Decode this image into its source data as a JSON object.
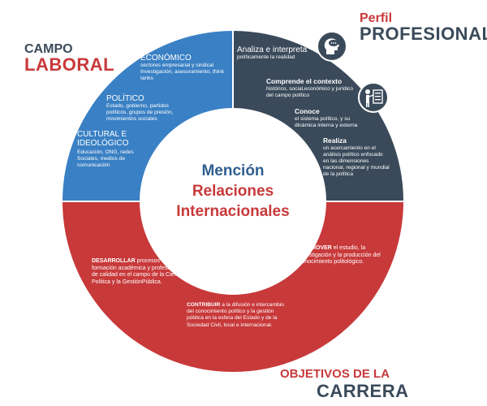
{
  "corners": {
    "campo_small": "CAMPO",
    "campo_big": "LABORAL",
    "perfil_small": "Perfil",
    "perfil_big": "PROFESIONAL",
    "objetivos_small": "OBJETIVOS DE LA",
    "objetivos_big": "CARRERA"
  },
  "center": {
    "line1": "Mención",
    "line2": "Relaciones",
    "line3": "Internacionales"
  },
  "campo_laboral": [
    {
      "title": "ECONÓMICO",
      "body": "sectores empresarial y sindical Investigación, asesoramiento, think tanks"
    },
    {
      "title": "POLÍTICO",
      "body": "Estado, gobierno, partidos políticos, grupos de presión, movimientos sociales"
    },
    {
      "title": "CULTURAL E IDEOLÓGICO",
      "body": "Educación, ONG, redes Sociales, medios de comunicación"
    }
  ],
  "perfil_profesional": [
    {
      "title": "Analiza e interpreta",
      "body": "políticamente la realidad"
    },
    {
      "title": "Comprende el contexto",
      "body": "histórico, social,económico y jurídico del campo político"
    },
    {
      "title": "Conoce",
      "body": "el sistema político, y su dinámica interna y externa"
    },
    {
      "title": "Realiza",
      "body": "un acercamiento en el análisis político enfocado en las dimensiones nacional, regional y mundial de la política"
    }
  ],
  "objetivos": [
    {
      "keyword": "DESARROLLAR",
      "text": " procesos de formación académica y profesional de calidad en el campo de la Ciencia Política y la GestiónPública."
    },
    {
      "keyword": "PROMOVER",
      "text": "  el estudio, la investigación y la producción del conocimiento politológico."
    },
    {
      "keyword": "CONTRIBUIR",
      "text": " a la difusión e intercambio del conocimiento político y la gestión pública en la esfera del Estado y de la Sociedad Civil, local e internacional."
    }
  ],
  "colors": {
    "blue": "#3a80c4",
    "navy": "#3a4a5a",
    "red": "#c8393a",
    "center_blue": "#2f5f8f",
    "center_red": "#c8393a"
  },
  "icons": [
    "speech-bubble-head-icon",
    "presentation-board-icon"
  ]
}
